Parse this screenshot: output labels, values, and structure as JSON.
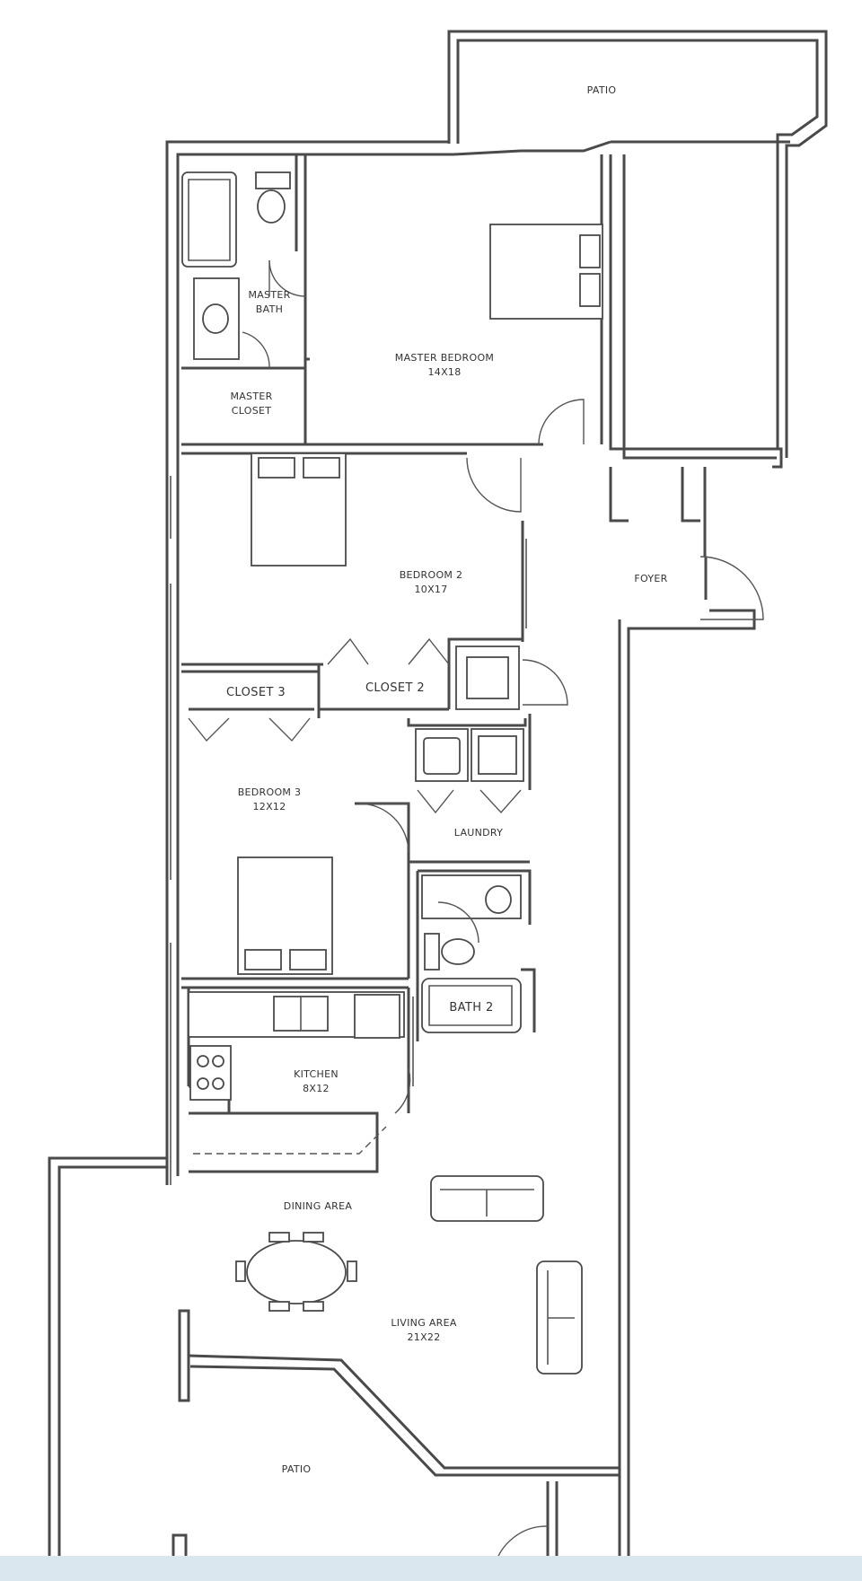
{
  "rooms": {
    "patio_top": "PATIO",
    "master_bath": [
      "MASTER",
      "BATH"
    ],
    "master_closet": [
      "MASTER",
      "CLOSET"
    ],
    "master_bedroom": {
      "name": "MASTER BEDROOM",
      "size": "14X18"
    },
    "bedroom_2": {
      "name": "BEDROOM 2",
      "size": "10X17"
    },
    "foyer": "FOYER",
    "closet_3": "CLOSET 3",
    "closet_2": "CLOSET 2",
    "bedroom_3": {
      "name": "BEDROOM 3",
      "size": "12X12"
    },
    "laundry": "LAUNDRY",
    "bath_2": "BATH 2",
    "kitchen": {
      "name": "KITCHEN",
      "size": "8X12"
    },
    "dining_area": "DINING AREA",
    "living_area": {
      "name": "LIVING AREA",
      "size": "21X22"
    },
    "patio_bottom": "PATIO"
  },
  "colors": {
    "walls": "#4a4a4a",
    "bottom_band": "#dbe7ef"
  }
}
